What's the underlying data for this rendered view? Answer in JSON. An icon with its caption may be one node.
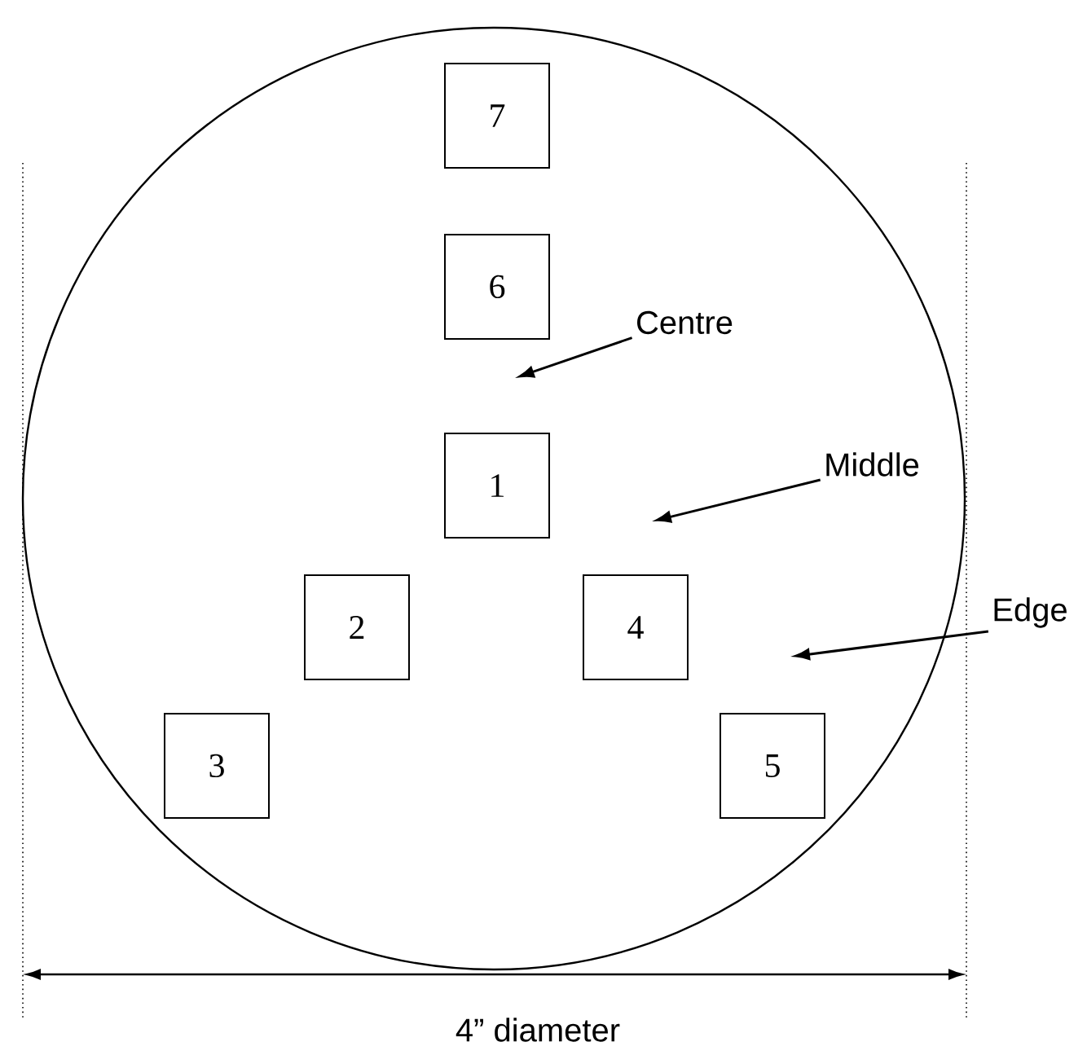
{
  "diagram": {
    "nodes": [
      {
        "text": [],
        "shape": "circle"
      },
      {
        "text": [
          "7"
        ],
        "in": 0
      },
      {
        "text": [
          "6"
        ],
        "in": 0
      },
      {
        "text": [
          "Centre"
        ],
        "in": 0
      },
      {
        "text": [
          "1"
        ],
        "in": 0
      },
      {
        "text": [
          "Middle"
        ],
        "in": 0
      },
      {
        "text": [
          "2"
        ],
        "in": 0
      },
      {
        "text": [
          "4"
        ],
        "in": 0
      },
      {
        "text": [
          "Edge"
        ]
      },
      {
        "text": [
          "3"
        ],
        "in": 0
      },
      {
        "text": [
          "5"
        ],
        "in": 0
      }
    ],
    "edges": [
      {
        "from": 3,
        "to": null,
        "arrow": "to"
      },
      {
        "from": 5,
        "to": null,
        "arrow": "to"
      },
      {
        "from": 8,
        "to": null,
        "arrow": "to"
      }
    ],
    "labels": [
      "4” diameter"
    ]
  }
}
